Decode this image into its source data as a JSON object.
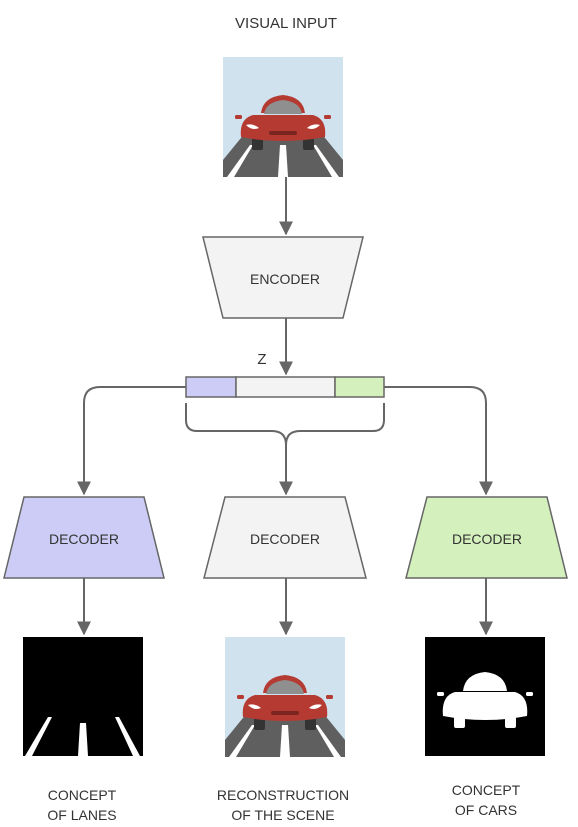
{
  "input": {
    "label": "VISUAL INPUT"
  },
  "encoder": {
    "label": "ENCODER"
  },
  "latent": {
    "label": "Z"
  },
  "decoders": [
    {
      "label": "DECODER",
      "color": "#ccccf6"
    },
    {
      "label": "DECODER",
      "color": "#f3f3f3"
    },
    {
      "label": "DECODER",
      "color": "#d4f0bd"
    }
  ],
  "outputs": [
    {
      "line1": "CONCEPT",
      "line2": "OF LANES"
    },
    {
      "line1": "RECONSTRUCTION",
      "line2": "OF THE SCENE"
    },
    {
      "line1": "CONCEPT",
      "line2": "OF CARS"
    }
  ],
  "colors": {
    "sky": "#cfe2ee",
    "road": "#5f5f5f",
    "car": "#b43a32",
    "latent_left": "#ccccf6",
    "latent_mid": "#f3f3f3",
    "latent_right": "#d4f0bd",
    "arrow": "#666666"
  }
}
